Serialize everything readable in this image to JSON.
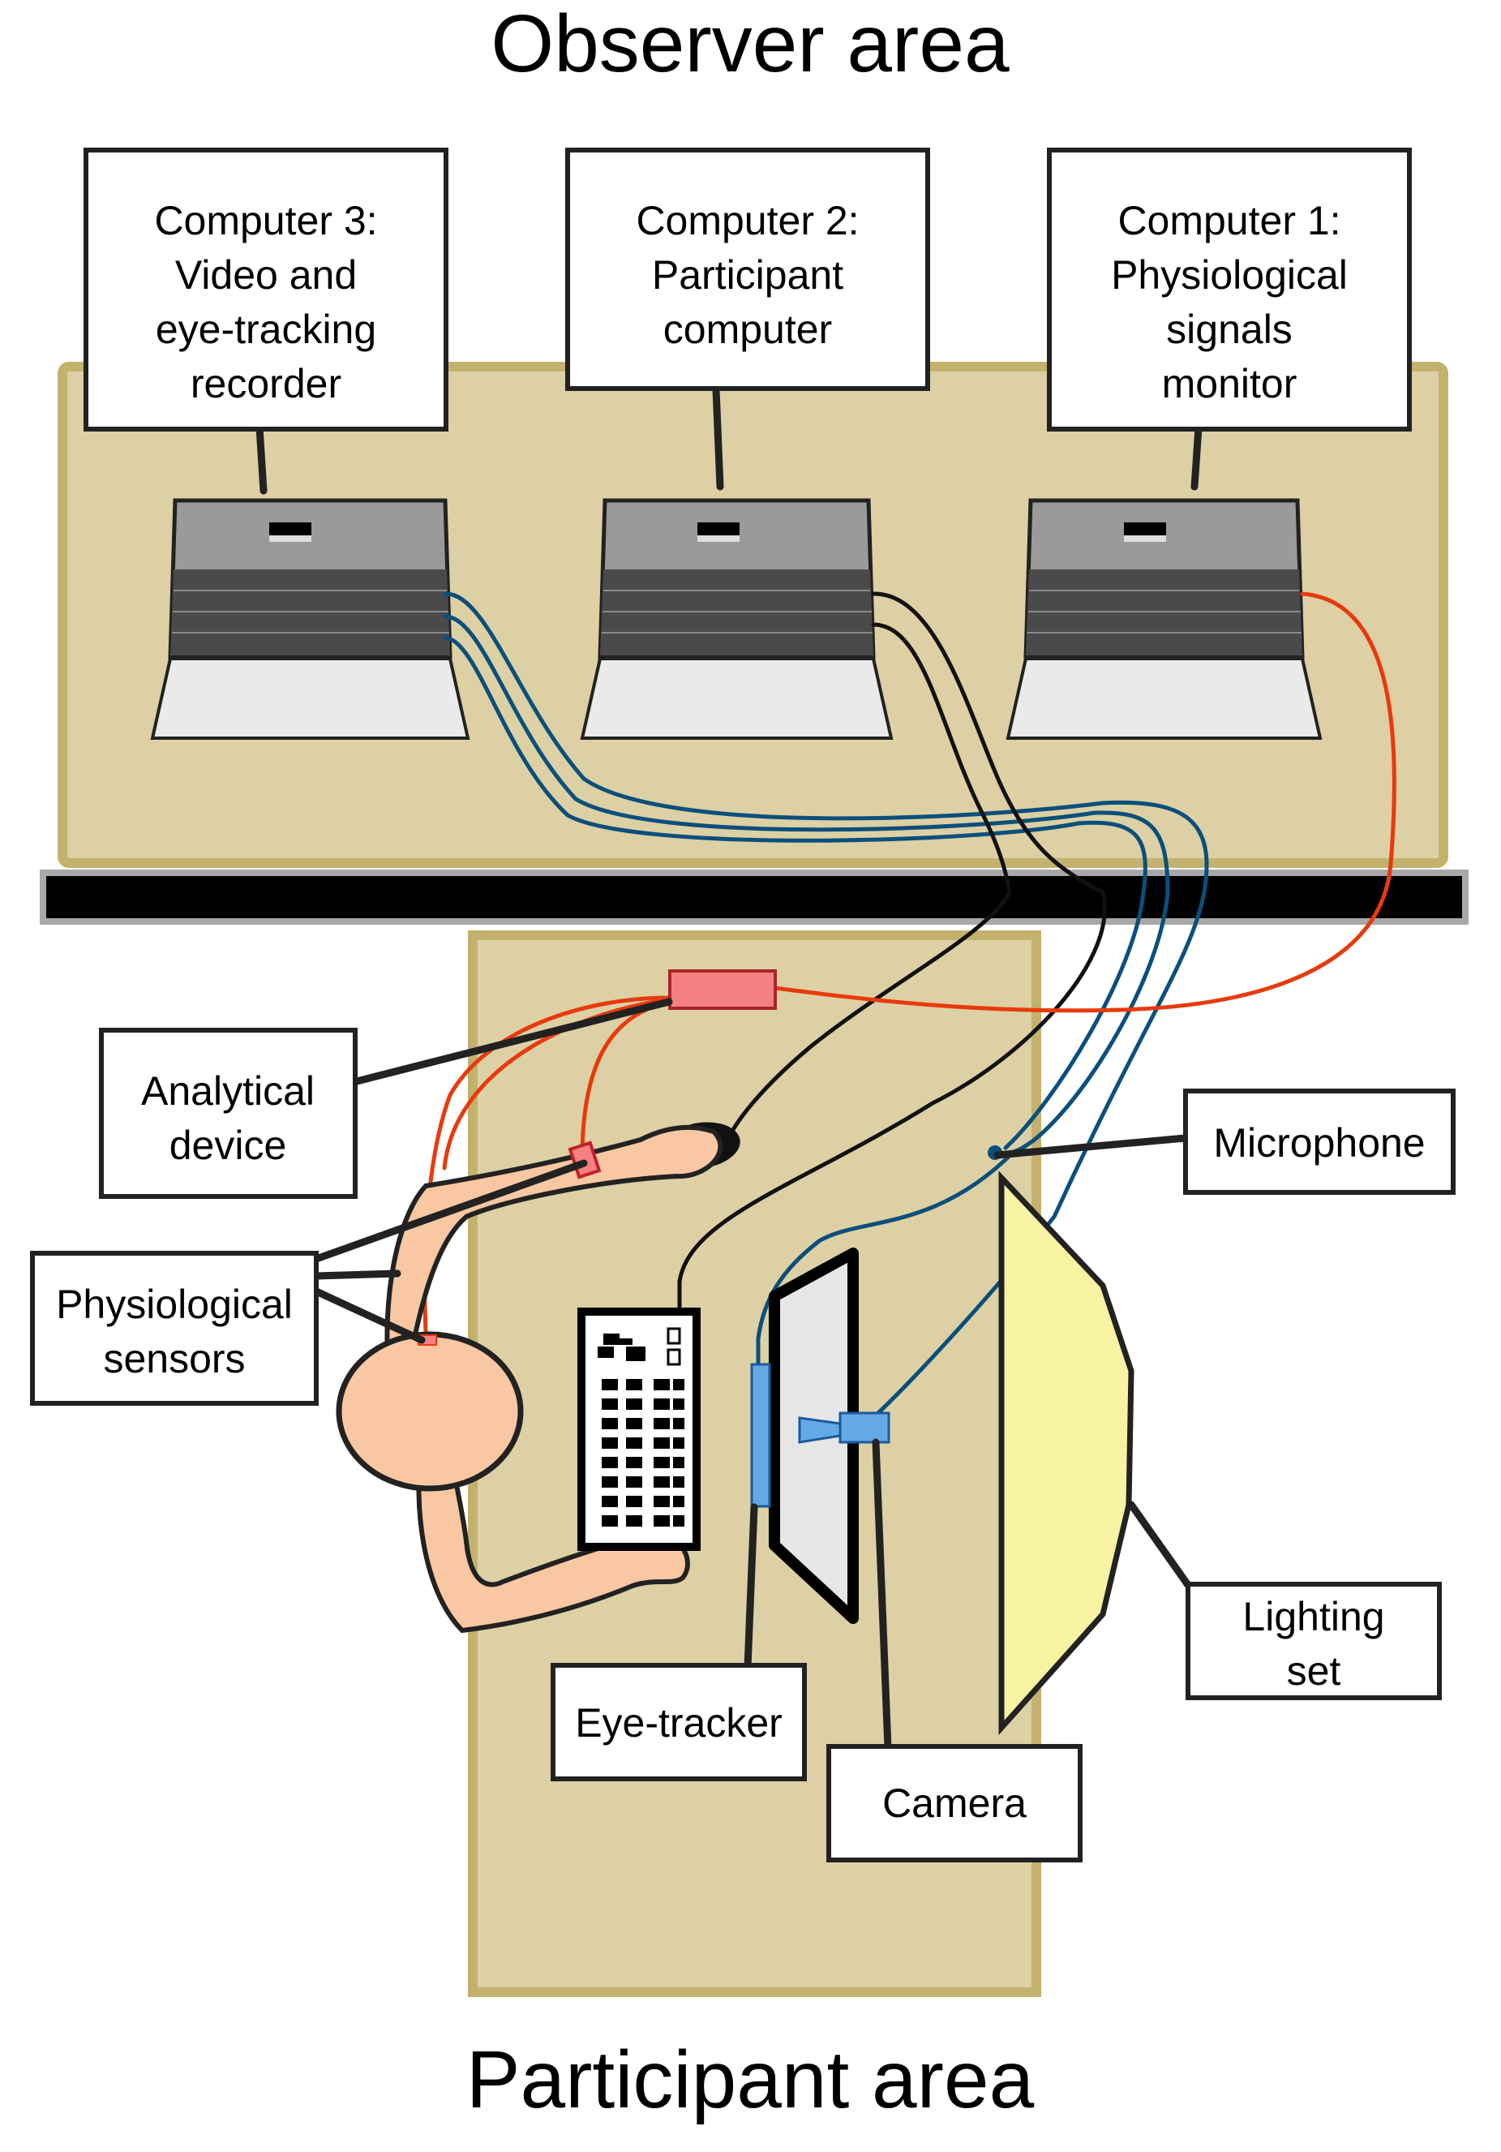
{
  "areas": {
    "observer": "Observer area",
    "participant": "Participant area"
  },
  "labels": {
    "computer3": [
      "Computer 3:",
      "Video and",
      "eye-tracking",
      "recorder"
    ],
    "computer2": [
      "Computer 2:",
      "Participant",
      "computer"
    ],
    "computer1": [
      "Computer 1:",
      "Physiological",
      "signals",
      "monitor"
    ],
    "analytical_device": [
      "Analytical",
      "device"
    ],
    "physiological_sensors": [
      "Physiological",
      "sensors"
    ],
    "microphone": [
      "Microphone"
    ],
    "lighting_set": [
      "Lighting",
      "set"
    ],
    "eye_tracker": [
      "Eye-tracker"
    ],
    "camera": [
      "Camera"
    ]
  },
  "colors": {
    "desk": "#dcd0a4",
    "desk_border": "#c3b26e",
    "partition": "#000000",
    "partition_border": "#a8a8a8",
    "cable_video": "#0b4f7c",
    "cable_data": "#111111",
    "cable_physio": "#e83a0d",
    "skin": "#f9c7a1",
    "device_blue": "#64a8e6",
    "analytical_device": "#f48181",
    "light": "#f8f3a2"
  }
}
